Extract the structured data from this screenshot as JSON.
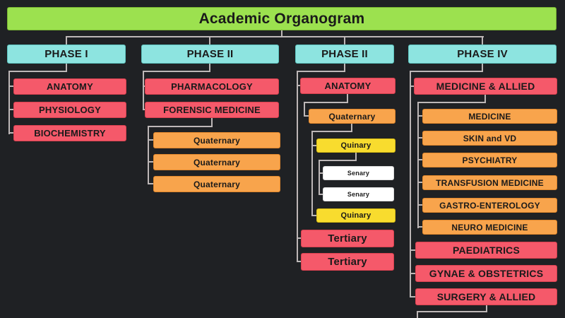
{
  "title": "Academic Organogram",
  "colors": {
    "background": "#1f2124",
    "connector": "#bdb7b7",
    "green": "#9ce14f",
    "cyan": "#8de4e0",
    "red": "#f5596a",
    "orange": "#f8a44c",
    "yellow": "#f8dc2e",
    "white": "#ffffff"
  },
  "phases": [
    {
      "label": "PHASE I",
      "children": [
        {
          "label": "ANATOMY"
        },
        {
          "label": "PHYSIOLOGY"
        },
        {
          "label": "BIOCHEMISTRY"
        }
      ]
    },
    {
      "label": "PHASE II",
      "children": [
        {
          "label": "PHARMACOLOGY"
        },
        {
          "label": "FORENSIC MEDICINE",
          "children": [
            {
              "label": "Quaternary"
            },
            {
              "label": "Quaternary"
            },
            {
              "label": "Quaternary"
            }
          ]
        }
      ]
    },
    {
      "label": "PHASE II",
      "children": [
        {
          "label": "ANATOMY",
          "children": [
            {
              "label": "Quaternary",
              "children": [
                {
                  "label": "Quinary",
                  "children": [
                    {
                      "label": "Senary"
                    },
                    {
                      "label": "Senary"
                    }
                  ]
                },
                {
                  "label": "Quinary"
                }
              ]
            }
          ]
        },
        {
          "label": "Tertiary"
        },
        {
          "label": "Tertiary"
        }
      ]
    },
    {
      "label": "PHASE IV",
      "children": [
        {
          "label": "MEDICINE & ALLIED",
          "children": [
            {
              "label": "MEDICINE"
            },
            {
              "label": "SKIN and VD"
            },
            {
              "label": "PSYCHIATRY"
            },
            {
              "label": "TRANSFUSION MEDICINE"
            },
            {
              "label": "GASTRO-ENTEROLOGY"
            },
            {
              "label": "NEURO MEDICINE"
            }
          ]
        },
        {
          "label": "PAEDIATRICS"
        },
        {
          "label": "GYNAE & OBSTETRICS"
        },
        {
          "label": "SURGERY & ALLIED"
        }
      ]
    }
  ]
}
